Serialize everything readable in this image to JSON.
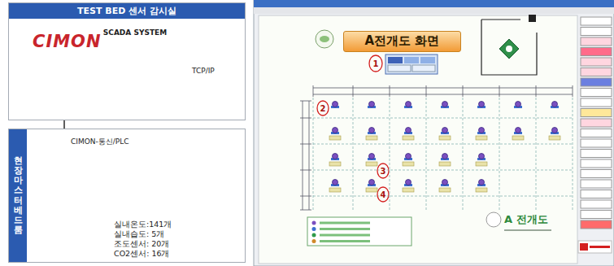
{
  "diagram": {
    "nodes": [
      {
        "text": [
          "TEST BED 센서 감시실"
        ]
      },
      {
        "text": [
          "SCADA SYSTEM"
        ],
        "in": 0
      },
      {
        "text": [
          "현장 마스터 베드룸"
        ]
      },
      {
        "text": [
          "CIMON-통신/PLC"
        ],
        "in": 2
      },
      {
        "text": [
          "A전개도 화면"
        ]
      }
    ],
    "edges": [
      {
        "from": 1,
        "to": 3,
        "arrow": "none"
      }
    ],
    "labels": [
      "CIMON",
      "TCP/IP",
      "실내온도:141개",
      "실내습도: 5개",
      "조도센서: 20개",
      "CO2센서: 16개",
      "1",
      "2",
      "3",
      "4",
      "A 전개도"
    ]
  }
}
